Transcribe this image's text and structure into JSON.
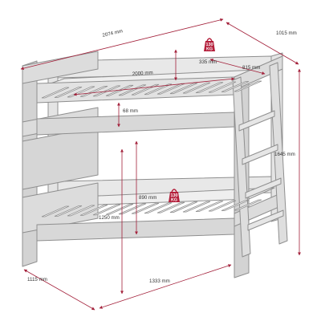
{
  "colors": {
    "frame_fill": "#d9d9d9",
    "frame_light": "#ececec",
    "frame_stroke": "#8f8f8f",
    "dimension_line": "#a3203a",
    "weight_badge": "#b41f3b",
    "text": "#333333"
  },
  "dimensions": {
    "overall_length": "2074 mm",
    "overall_width": "1015 mm",
    "overall_height": "1645 mm",
    "upper_mattress_length": "2000 mm",
    "upper_mattress_width": "815 mm",
    "guard_rail_height": "335 mm",
    "upper_mattress_height": "68 mm",
    "bunk_clearance": "890 mm",
    "lower_bed_height": "1250 mm",
    "lower_depth": "1115 mm",
    "lower_length": "1333 mm"
  },
  "weight_limits": {
    "upper": {
      "value": "130",
      "unit": "KG"
    },
    "lower": {
      "value": "130",
      "unit": "KG"
    }
  },
  "icons": [
    "weight-icon-upper",
    "weight-icon-lower"
  ]
}
